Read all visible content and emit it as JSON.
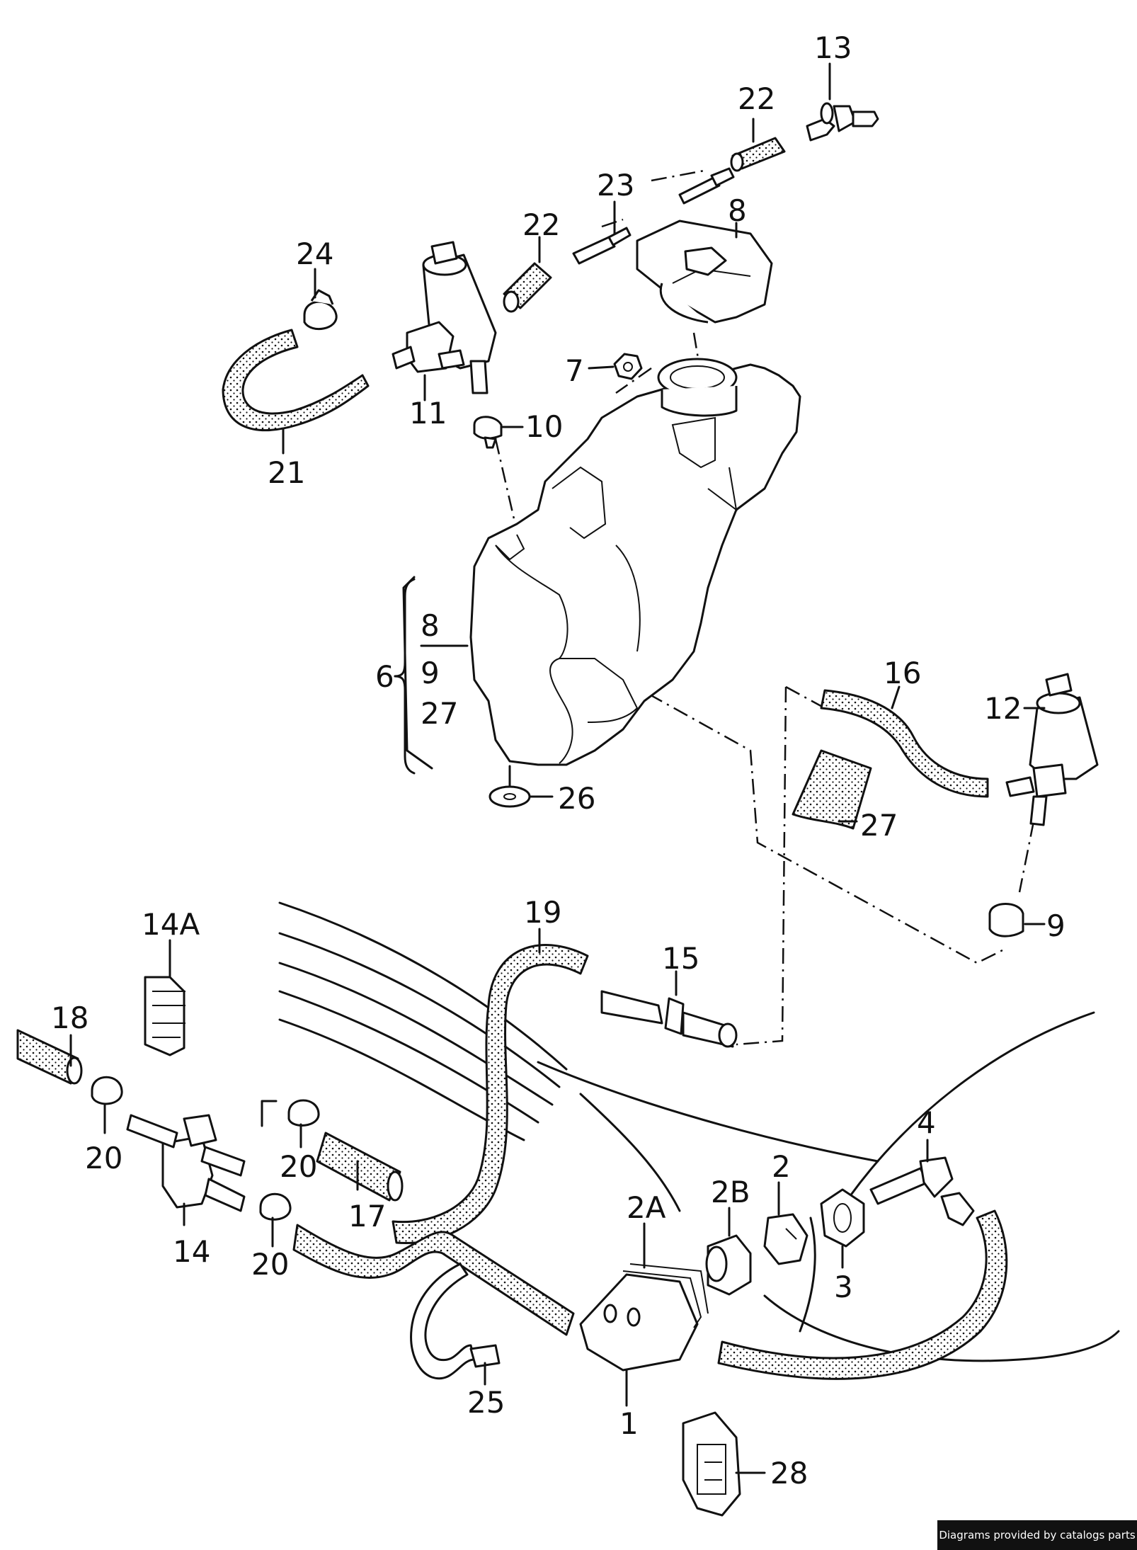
{
  "labels": {
    "l13": "13",
    "l22a": "22",
    "l23": "23",
    "l22b": "22",
    "l8a": "8",
    "l24": "24",
    "l7": "7",
    "l11": "11",
    "l10": "10",
    "l21": "21",
    "l6": "6",
    "l8b": "8",
    "l9a": "9",
    "l27a": "27",
    "l16": "16",
    "l12": "12",
    "l26": "26",
    "l27b": "27",
    "l9b": "9",
    "l14A": "14A",
    "l19": "19",
    "l15": "15",
    "l18": "18",
    "l20a": "20",
    "l20b": "20",
    "l20c": "20",
    "l17": "17",
    "l14": "14",
    "l4": "4",
    "l2": "2",
    "l2B": "2B",
    "l2A": "2A",
    "l3": "3",
    "l25": "25",
    "l1": "1",
    "l28": "28"
  },
  "credit": "Diagrams provided by catalogs parts"
}
